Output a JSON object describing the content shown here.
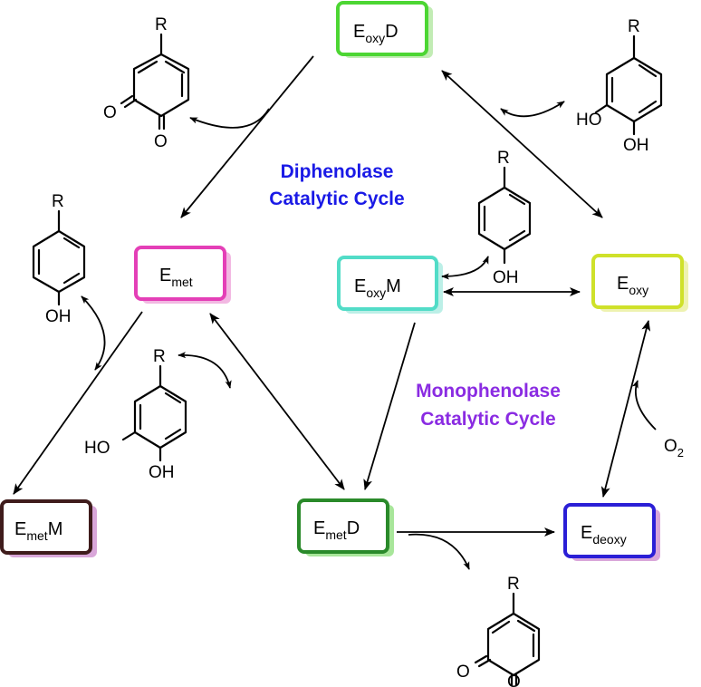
{
  "states": {
    "eoxyd": {
      "main": "E",
      "sub": "oxy",
      "tail": "D",
      "color": "#4cd633"
    },
    "emet": {
      "main": "E",
      "sub": "met",
      "tail": "",
      "color": "#e43fb7"
    },
    "eoxym": {
      "main": "E",
      "sub": "oxy",
      "tail": "M",
      "color": "#52dcc7"
    },
    "eoxy": {
      "main": "E",
      "sub": "oxy",
      "tail": "",
      "color": "#cfe12a"
    },
    "emetm": {
      "main": "E",
      "sub": "met",
      "tail": "M",
      "color": "#3f1c1c"
    },
    "emetd": {
      "main": "E",
      "sub": "met",
      "tail": "D",
      "color": "#2a8a2a"
    },
    "edeoxy": {
      "main": "E",
      "sub": "deoxy",
      "tail": "",
      "color": "#2b1fd6"
    }
  },
  "cycles": {
    "diphenolase": {
      "line1": "Diphenolase",
      "line2": "Catalytic Cycle",
      "color": "#1a1ae6"
    },
    "monophenolase": {
      "line1": "Monophenolase",
      "line2": "Catalytic Cycle",
      "color": "#8a2be2"
    }
  },
  "chem_labels": {
    "r": "R",
    "o": "O",
    "oh": "OH",
    "ho": "HO",
    "o2_main": "O",
    "o2_sub": "2"
  },
  "colors": {
    "shadow": "#d9a6d9",
    "line": "#000000"
  }
}
